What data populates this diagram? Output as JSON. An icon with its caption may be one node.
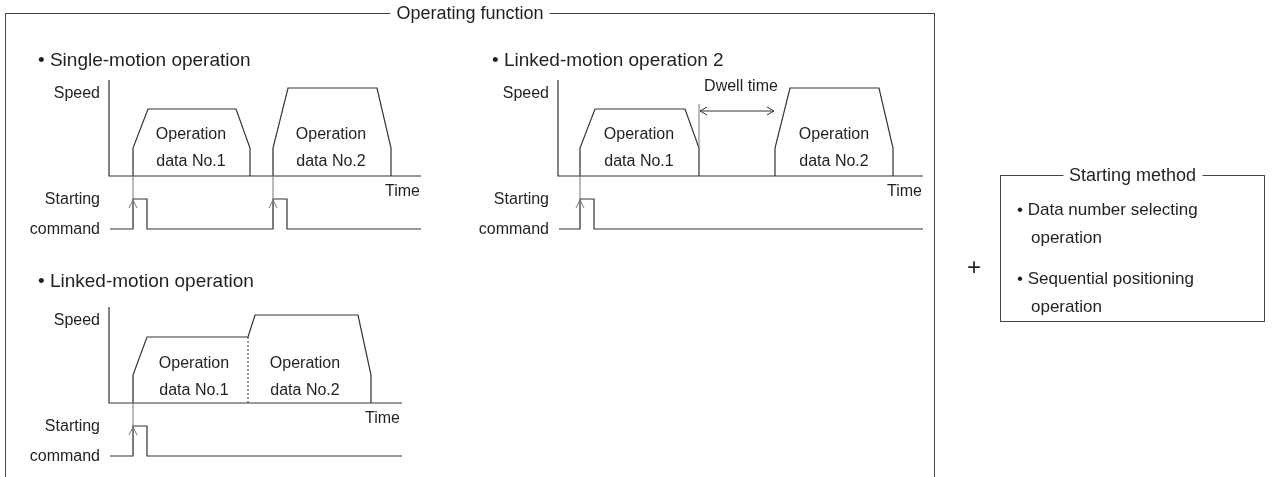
{
  "diagram": {
    "nodes": [
      {
        "text": [
          "Operating function"
        ]
      },
      {
        "text": [
          "Starting method",
          "• Data number selecting operation",
          "• Sequential positioning operation"
        ]
      }
    ],
    "labels": [
      "• Single-motion operation",
      "Speed",
      "Operation data No.1",
      "Operation data No.2",
      "Time",
      "Starting command",
      "• Linked-motion operation 2",
      "Speed",
      "Dwell time",
      "Operation data No.1",
      "Operation data No.2",
      "Time",
      "Starting command",
      "• Linked-motion operation",
      "Speed",
      "Operation data No.1",
      "Operation data No.2",
      "Time",
      "Starting command",
      "+"
    ]
  }
}
